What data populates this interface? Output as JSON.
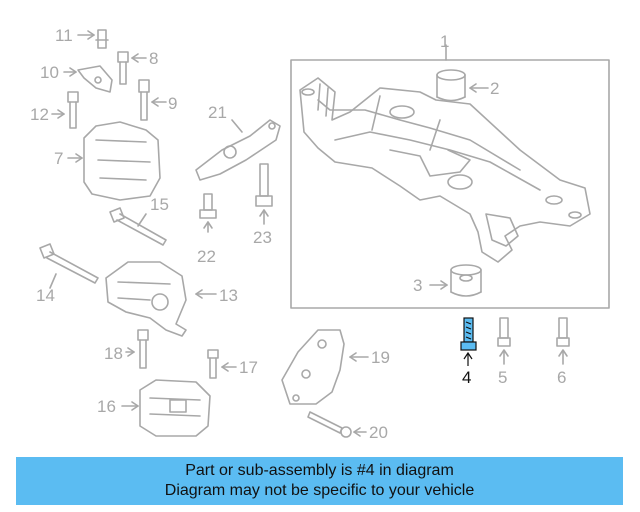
{
  "diagram": {
    "highlight_color": "#5bbcf2",
    "line_color": "#a8a8a8",
    "highlighted_part": "4",
    "callouts": [
      "1",
      "2",
      "3",
      "4",
      "5",
      "6",
      "7",
      "8",
      "9",
      "10",
      "11",
      "12",
      "13",
      "14",
      "15",
      "16",
      "17",
      "18",
      "19",
      "20",
      "21",
      "22",
      "23"
    ]
  },
  "banner": {
    "line1": "Part or sub-assembly is #4 in diagram",
    "line2": "Diagram may not be specific to your vehicle"
  }
}
